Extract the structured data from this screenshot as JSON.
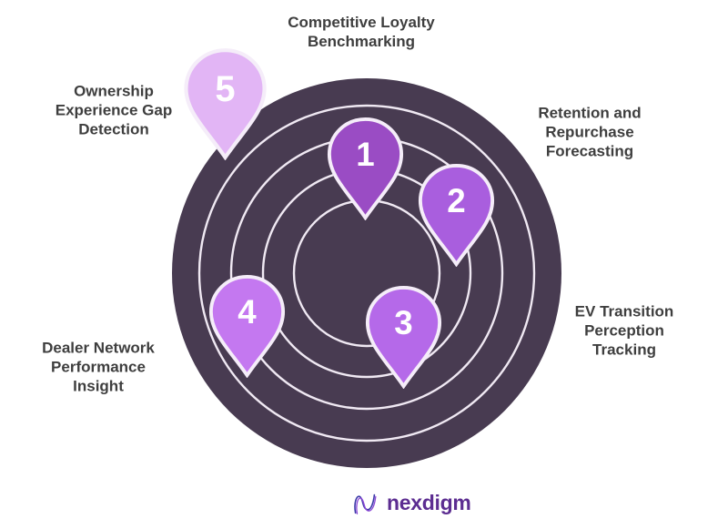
{
  "diagram": {
    "items": [
      {
        "number": "1",
        "lines": [
          "Competitive Loyalty",
          "Benchmarking"
        ],
        "pin_color": "#9a4cc4"
      },
      {
        "number": "2",
        "lines": [
          "Retention and",
          "Repurchase",
          "Forecasting"
        ],
        "pin_color": "#a95ede"
      },
      {
        "number": "3",
        "lines": [
          "EV Transition",
          "Perception",
          "Tracking"
        ],
        "pin_color": "#b569e9"
      },
      {
        "number": "4",
        "lines": [
          "Dealer Network",
          "Performance",
          "Insight"
        ],
        "pin_color": "#c478f0"
      },
      {
        "number": "5",
        "lines": [
          "Ownership",
          "Experience Gap",
          "Detection"
        ],
        "pin_color": "#e2b5f5"
      }
    ],
    "colors": {
      "circle_fill": "#483b51",
      "ring_stroke": "#f0e9f3",
      "pin_stroke": "#f5edf9",
      "label_text": "#3e3e3e"
    }
  },
  "footer": {
    "brand": "nexdigm",
    "brand_color": "#5c2d91"
  }
}
